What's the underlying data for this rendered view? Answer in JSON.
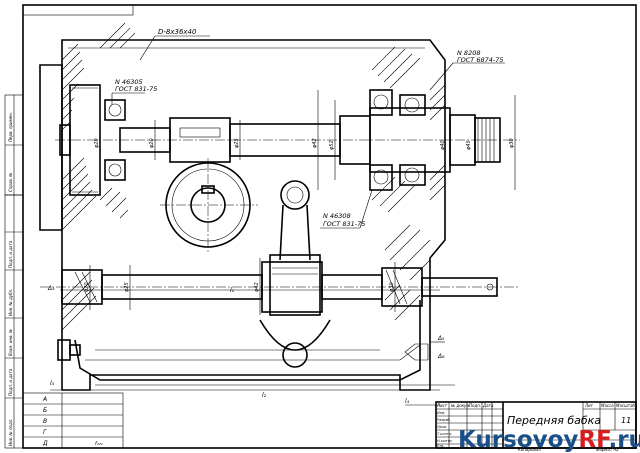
{
  "annotations": {
    "spline": "D-8x36x40",
    "bearing_top_right": "N 8208",
    "gost_top_right": "ГОСТ 6874-75",
    "bearing_left": "N 46305",
    "gost_left": "ГОСТ 831-75",
    "bearing_mid": "N 46308",
    "gost_mid": "ГОСТ 831-75"
  },
  "dimensions": {
    "phi20": "φ20",
    "phi25": "φ25",
    "phi30": "φ30",
    "phi40": "φ40",
    "phi42": "φ42",
    "phi45": "φ45",
    "phi52": "φ52",
    "l1": "l₁",
    "l2": "l₂",
    "l3": "l₃",
    "l4": "l₄",
    "d4": "Δ₄",
    "d5": "Δ₅",
    "d6": "Δ₆"
  },
  "left_table": {
    "rows": [
      "А",
      "Б",
      "В",
      "Г",
      "Д"
    ],
    "bottom_value": "f₂₂₁"
  },
  "title_block": {
    "title": "Передняя бабка",
    "sheet_count": "11",
    "col_lit": "Лит",
    "col_mass": "Масса",
    "col_scale": "Масштаб",
    "copied": "Копировал",
    "format": "Формат  А2",
    "rows": [
      "Изм.",
      "Разраб.",
      "Пров.",
      "Т.контр.",
      "Н.контр.",
      "Утв."
    ],
    "cols": [
      "Лист",
      "№ докум.",
      "Подп.",
      "Дата"
    ]
  },
  "side_stamp": {
    "labels": [
      "Перв. примен.",
      "Справ. №",
      "Подп. и дата",
      "Инв. № дубл.",
      "Взам. инв. №",
      "Подп. и дата",
      "Инв. № подл."
    ]
  },
  "watermark": {
    "part1": "Kursovoy",
    "part2": "RF",
    "part3": ".ru"
  }
}
